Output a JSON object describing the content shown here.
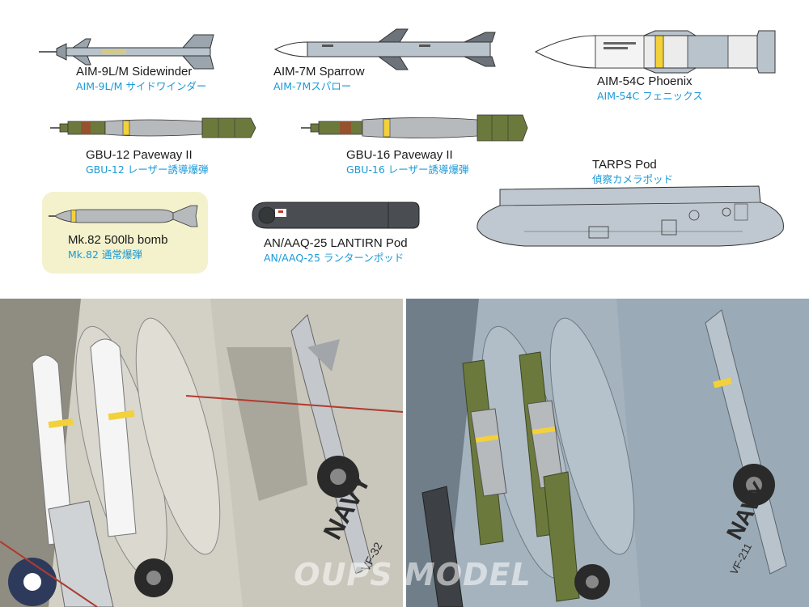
{
  "weapons": {
    "aim9": {
      "en": "AIM-9L/M Sidewinder",
      "jp": "AIM-9L/M サイドワインダー"
    },
    "aim7": {
      "en": "AIM-7M Sparrow",
      "jp": "AIM-7Mスパロー"
    },
    "aim54": {
      "en": "AIM-54C Phoenix",
      "jp": "AIM-54C フェニックス"
    },
    "gbu12": {
      "en": "GBU-12 Paveway II",
      "jp": "GBU-12 レーザー誘導爆弾"
    },
    "gbu16": {
      "en": "GBU-16 Paveway II",
      "jp": "GBU-16 レーザー誘導爆弾"
    },
    "tarps": {
      "en": "TARPS Pod",
      "jp": "偵察カメラポッド"
    },
    "mk82": {
      "en": "Mk.82 500lb bomb",
      "jp": "Mk.82 通常爆弾"
    },
    "lantirn": {
      "en": "AN/AAQ-25 LANTIRN Pod",
      "jp": "AN/AAQ-25 ランターンポッド"
    }
  },
  "photos": {
    "left_marking": "NAVY",
    "left_code": "VF-32",
    "right_marking": "NAVY",
    "right_code": "VF-211"
  },
  "watermark": "OUPS MODEL",
  "colors": {
    "jp_text": "#1a9ad8",
    "missile_gray": "#b9c3cc",
    "olive": "#6b7a3c",
    "bomb_gray": "#b7babd",
    "yellow_band": "#f2d13b",
    "mk82_highlight": "#f3f2cd",
    "left_airframe": "#c9c6bb",
    "right_airframe": "#9aaab6"
  }
}
